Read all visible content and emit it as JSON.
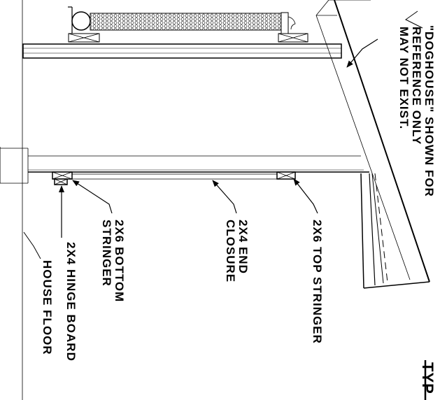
{
  "labels": {
    "doghouse_line1": "\"DOGHOUSE\" SHOWN FOR",
    "doghouse_line2": "REFERENCE ONLY",
    "doghouse_line3": "MAY NOT EXIST.",
    "top_stringer": "2X6 TOP STRINGER",
    "end_closure_line1": "2X4 END",
    "end_closure_line2": "CLOSURE",
    "bottom_stringer_line1": "2X6 BOTTOM",
    "bottom_stringer_line2": "STRINGER",
    "hinge_board": "2X4 HINGE BOARD",
    "house_floor": "HOUSE FLOOR",
    "typ": "TYP"
  },
  "colors": {
    "line": "#000000",
    "light_line": "#888888",
    "background": "#ffffff"
  }
}
